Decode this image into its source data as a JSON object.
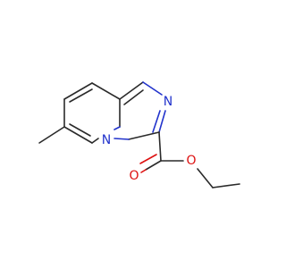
{
  "molecule": {
    "atoms": {
      "n_bridge": {
        "label": "N",
        "color": "#2233cc"
      },
      "n_imidazole": {
        "label": "N",
        "color": "#2233cc"
      },
      "o_carbonyl": {
        "label": "O",
        "color": "#dd1111"
      },
      "o_ester": {
        "label": "O",
        "color": "#dd1111"
      }
    }
  }
}
